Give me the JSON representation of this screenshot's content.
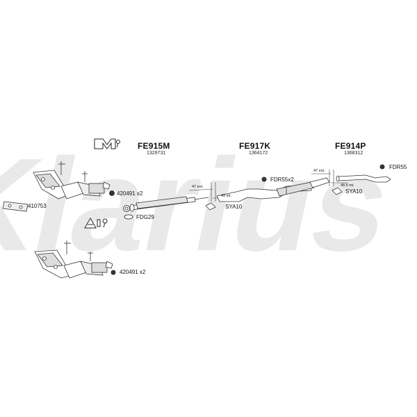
{
  "watermark": "Klarius",
  "assemblies": [
    {
      "code": "FE915M",
      "number": "1329731"
    },
    {
      "code": "FE917K",
      "number": "1364172"
    },
    {
      "code": "FE914P",
      "number": "1368312"
    }
  ],
  "parts": {
    "p420491_top": "420491 x2",
    "p410753": "410753",
    "pFDG29": "FDG29",
    "p420491_bottom": "420491 x2",
    "pSYA10_mid": "SYA10",
    "pFDR55x2": "FDR55x2",
    "pSYA10_right": "SYA10",
    "pFDR55": "FDR55"
  },
  "dims": {
    "d47ext_a": "47 ext.",
    "d49int": "49 int.",
    "d47ext_b": "47 ext.",
    "d48int": "48.5 int."
  },
  "icons": [
    "mounting-kit-icon",
    "assembly-kit-icon"
  ],
  "colors": {
    "line": "#333333",
    "watermark": "#e8e8e8"
  }
}
